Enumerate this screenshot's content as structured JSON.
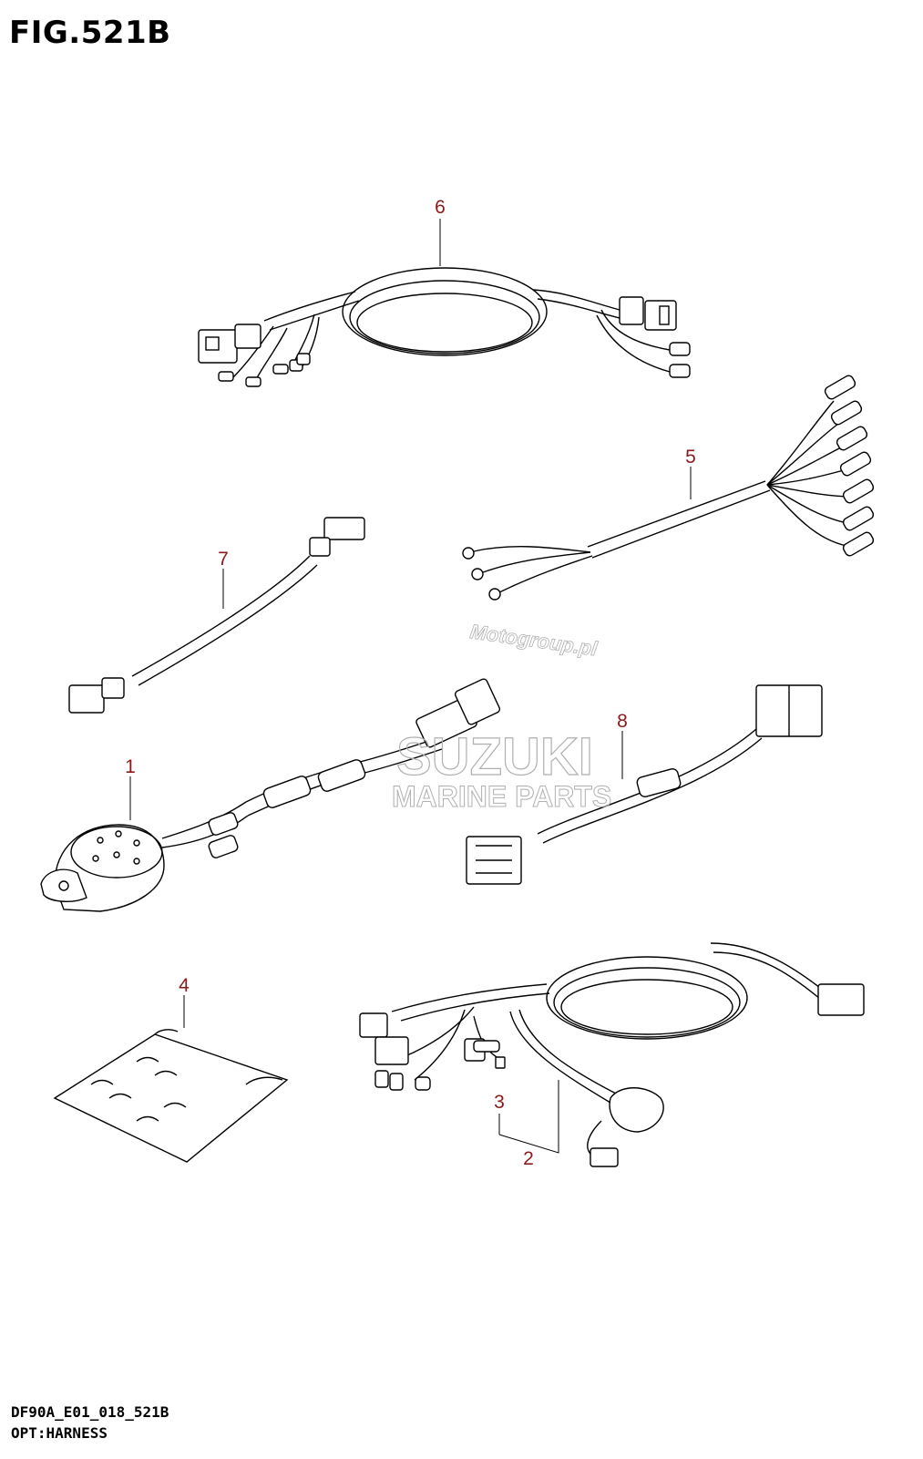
{
  "figure": {
    "title": "FIG.521B"
  },
  "footer": {
    "code": "DF90A_E01_018_521B",
    "name": "OPT:HARNESS"
  },
  "callouts": [
    "1",
    "2",
    "3",
    "4",
    "5",
    "6",
    "7",
    "8"
  ],
  "watermark": {
    "site": "Motogroup.pl",
    "brand": "SUZUKI",
    "tagline": "MARINE PARTS"
  },
  "colors": {
    "line": "#000000",
    "callout": "#8b1a1a",
    "watermark": "#b0b0b0"
  }
}
